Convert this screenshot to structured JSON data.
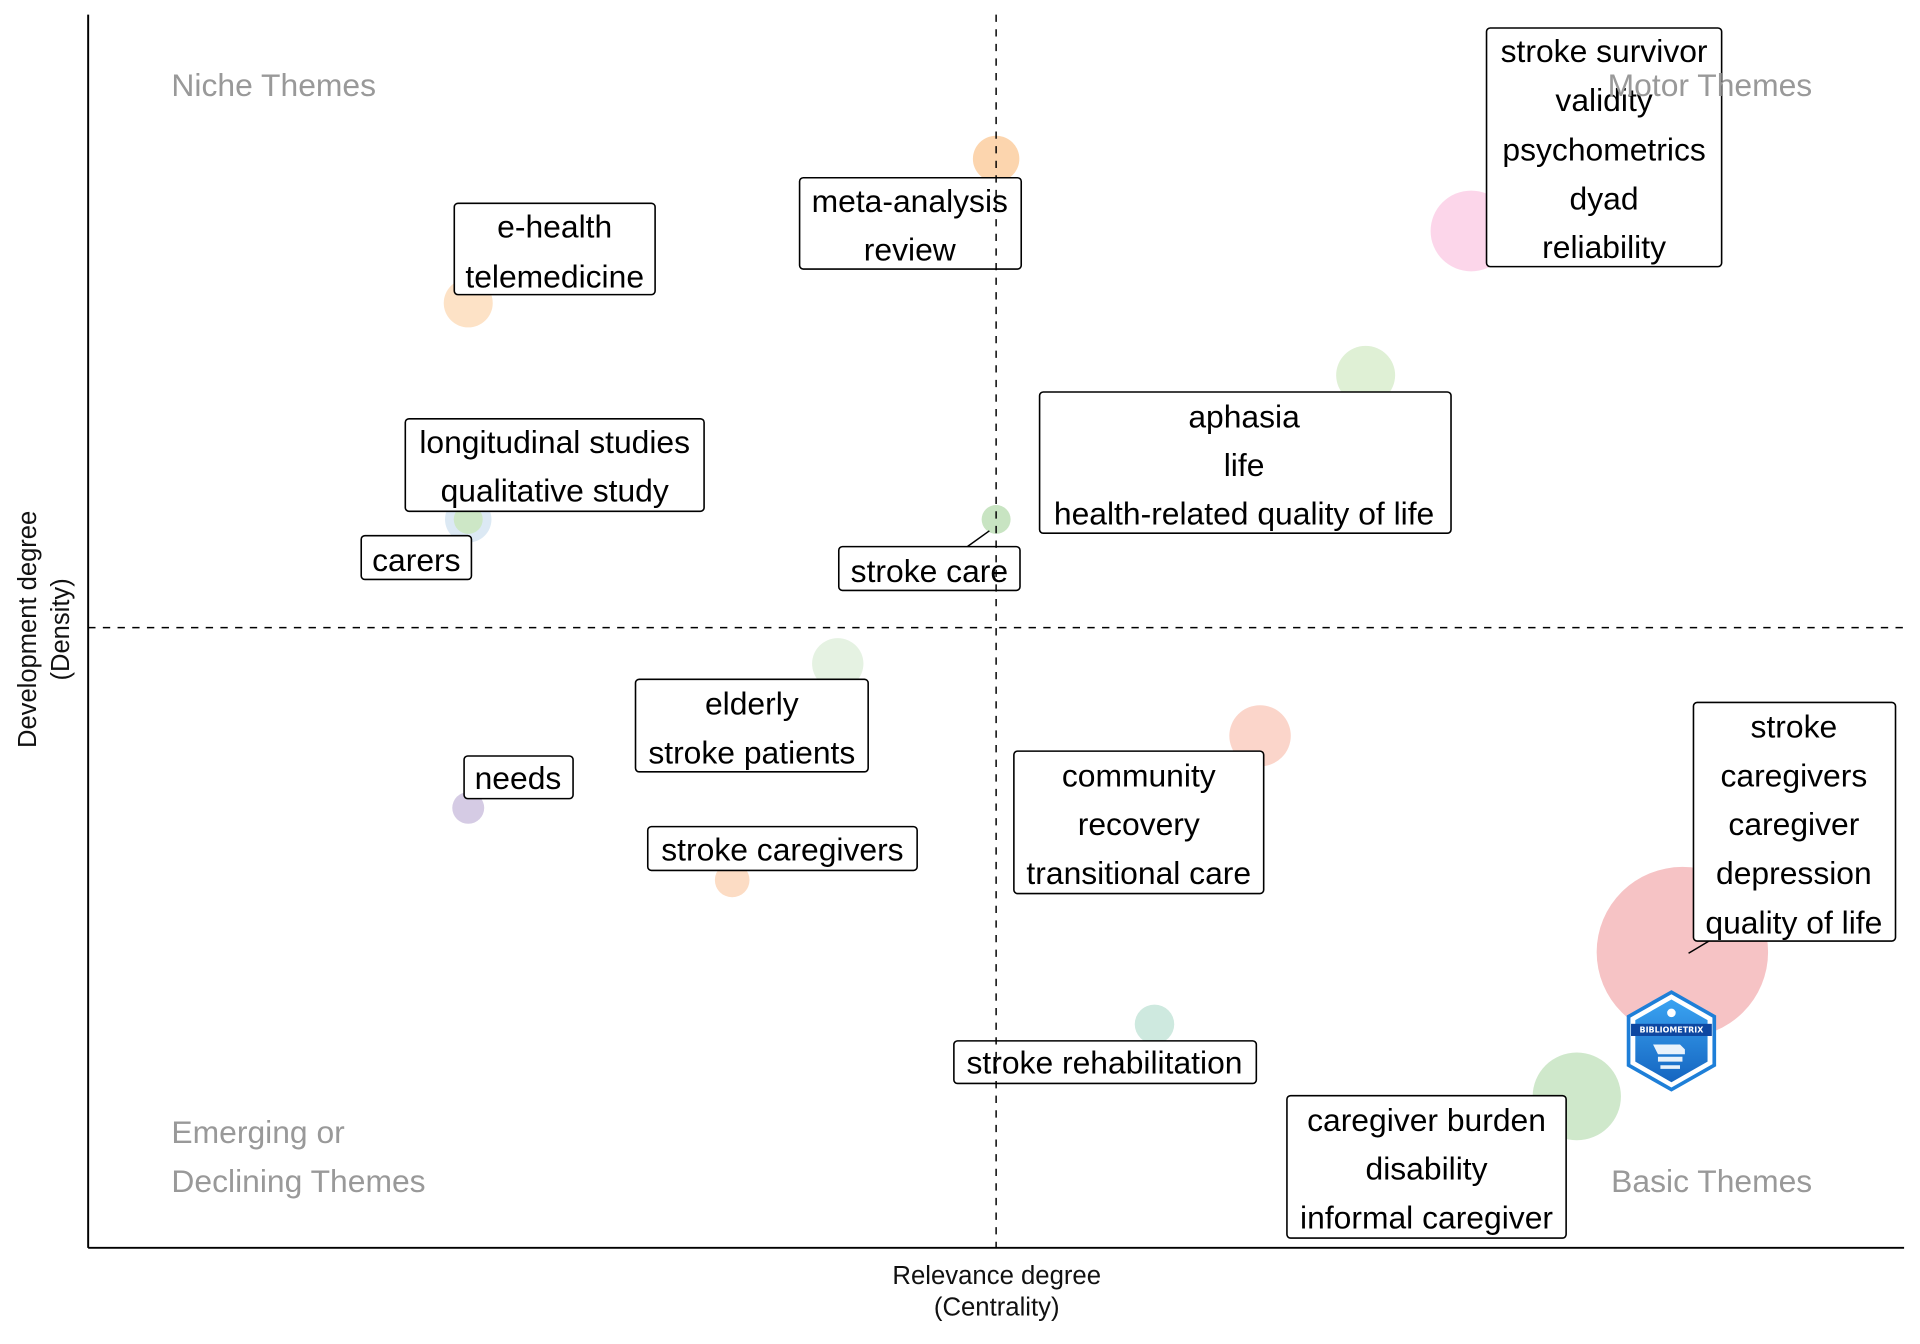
{
  "chart_data": {
    "type": "scatter",
    "xlabel": [
      "Relevance degree",
      "(Centrality)"
    ],
    "ylabel": [
      "Development degree",
      "(Density)"
    ],
    "xlim": [
      -1.1,
      16.1
    ],
    "ylim": [
      -1.1,
      16.0
    ],
    "grid": false,
    "reference_lines": {
      "x": 7.5,
      "y": 7.5,
      "style": "dashed"
    },
    "quadrant_labels": {
      "top_left": [
        "Niche Themes"
      ],
      "top_right": [
        "Motor Themes"
      ],
      "bottom_left": [
        "Emerging or",
        "Declining Themes"
      ],
      "bottom_right": [
        "Basic Themes"
      ]
    },
    "quadrant_label_color": "#999999",
    "clusters": [
      {
        "x": 12,
        "y": 13,
        "freq": 110,
        "color": "#FCD6EA",
        "terms": [
          "stroke survivor",
          "validity",
          "psychometrics",
          "dyad",
          "reliability"
        ]
      },
      {
        "x": 7.5,
        "y": 14,
        "freq": 36,
        "color": "#FCD5AE",
        "terms": [
          "meta-analysis",
          "review"
        ]
      },
      {
        "x": 2.5,
        "y": 12,
        "freq": 40,
        "color": "#FDE2C6",
        "terms": [
          "e-health",
          "telemedicine"
        ]
      },
      {
        "x": 11,
        "y": 11,
        "freq": 58,
        "color": "#DFF0D5",
        "terms": [
          "aphasia",
          "life",
          "health-related quality of life"
        ]
      },
      {
        "x": 2.5,
        "y": 9,
        "freq": 36,
        "color": "#DCE9F4",
        "terms": [
          "longitudinal studies",
          "qualitative study"
        ]
      },
      {
        "x": 2.5,
        "y": 9,
        "freq": 14,
        "color": "#CDE7C6",
        "terms": [
          "carers"
        ]
      },
      {
        "x": 7.5,
        "y": 9,
        "freq": 14,
        "color": "#C8E4C2",
        "terms": [
          "stroke care"
        ]
      },
      {
        "x": 6,
        "y": 7,
        "freq": 44,
        "color": "#E5F2E2",
        "terms": [
          "elderly",
          "stroke patients"
        ]
      },
      {
        "x": 2.5,
        "y": 5,
        "freq": 17,
        "color": "#D5CBE4",
        "terms": [
          "needs"
        ]
      },
      {
        "x": 5,
        "y": 4,
        "freq": 20,
        "color": "#FCDCC4",
        "terms": [
          "stroke caregivers"
        ]
      },
      {
        "x": 10,
        "y": 6,
        "freq": 63,
        "color": "#FBD5CA",
        "terms": [
          "community",
          "recovery",
          "transitional care"
        ]
      },
      {
        "x": 14,
        "y": 3,
        "freq": 490,
        "color": "#F6C3C5",
        "terms": [
          "stroke",
          "caregivers",
          "caregiver",
          "depression",
          "quality of life"
        ]
      },
      {
        "x": 9,
        "y": 2,
        "freq": 26,
        "color": "#CEE9DF",
        "terms": [
          "stroke rehabilitation"
        ]
      },
      {
        "x": 13,
        "y": 1,
        "freq": 130,
        "color": "#CFE8CB",
        "terms": [
          "caregiver burden",
          "disability",
          "informal caregiver"
        ]
      }
    ]
  },
  "logo": {
    "text": "BIBLIOMETRIX"
  }
}
